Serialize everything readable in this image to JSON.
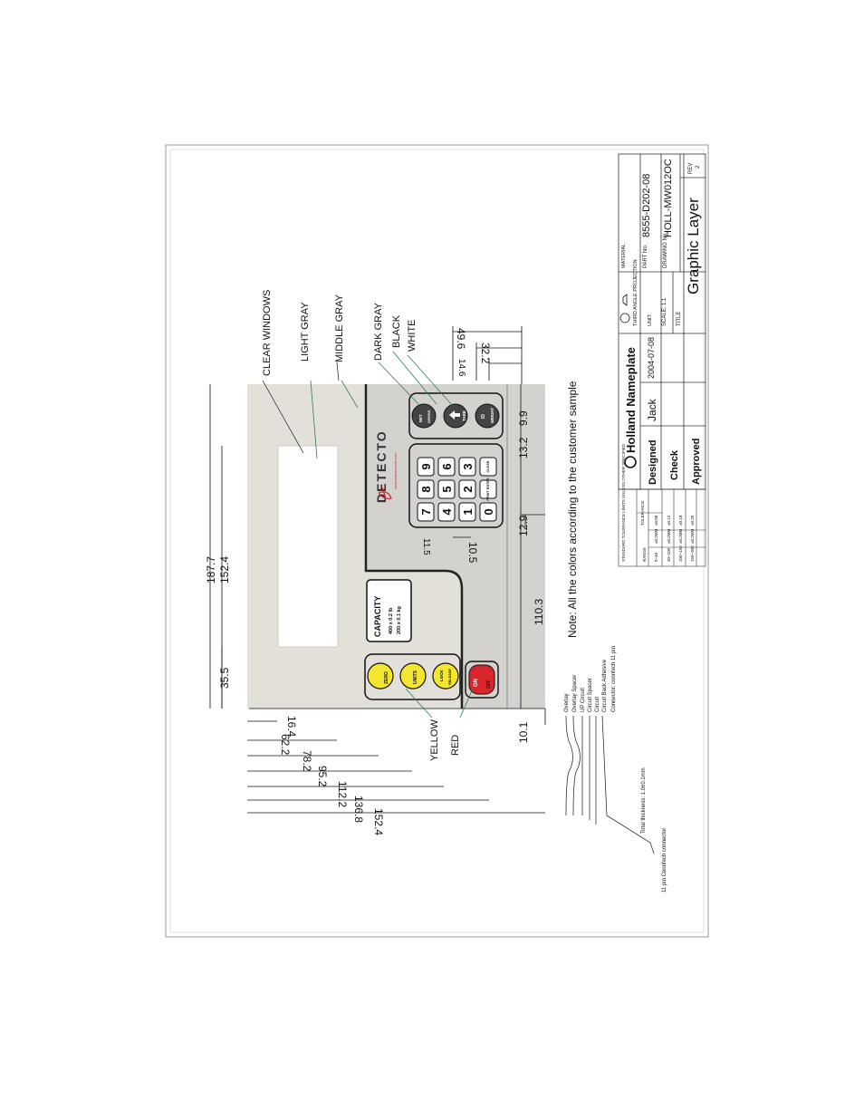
{
  "sheet": {
    "dimensions_horizontal": [
      "187.7",
      "152.4",
      "35.5"
    ],
    "dimensions_vertical": [
      "16.4",
      "62.2",
      "78.2",
      "95.2",
      "112.2",
      "136.8",
      "152.4"
    ],
    "dimensions_right": [
      "49.6",
      "32.2",
      "14.6"
    ],
    "dimensions_bottom": [
      "10.1",
      "110.3",
      "12.9",
      "13.2",
      "9.9",
      "10.5",
      "11.5"
    ],
    "color_callouts": [
      "CLEAR WINDOWS",
      "LIGHT GRAY",
      "MIDDLE GRAY",
      "DARK GRAY",
      "BLACK",
      "WHITE",
      "YELLOW",
      "RED"
    ],
    "note": "Note: All the colors according to the customer sample"
  },
  "nameplate": {
    "brand": "DETECTO",
    "website": "www.detectoscale.com",
    "capacity_title": "CAPACITY",
    "capacity_line1": "400 x 0.2 lb",
    "capacity_line2": "200 x 0.1 kg",
    "btn_zero": "ZERO",
    "btn_units": "UNITS",
    "btn_lock": "LOCK",
    "btn_lock_sub": "RELEASE",
    "btn_on": "ON",
    "btn_off": "OFF",
    "btn_net": "NET",
    "btn_gross": "GROSS",
    "btn_tare": "TARE",
    "btn_id": "ID",
    "btn_weight": "WEIGHT",
    "keys": [
      "7",
      "8",
      "9",
      "4",
      "5",
      "6",
      "1",
      "2",
      "3",
      "0",
      "PRINT ENTER",
      "CLEAR"
    ]
  },
  "layers": {
    "items": [
      "Overlay",
      "Overlay Spacer",
      "UP Circuit",
      "Circuit Spacer",
      "Circuit",
      "Circuit Back Adhesive",
      "Connector: connfech 11 pin"
    ],
    "thickness": "Total thickness: 1.0±0.1mm",
    "connector": "11 pin Cennfech connector"
  },
  "tolerance": {
    "header": "STANDARD TOLERANCE LIMITS UNLESS OTHER SPECIFIED",
    "col_range": "RANGE",
    "col_tol": "TOLERANCE",
    "rows": [
      [
        "0~40",
        "±0.2MM",
        "±0.08"
      ],
      [
        "40~100",
        "±0.2MM",
        "±0.12"
      ],
      [
        "100~150",
        "±0.2MM",
        "±0.18"
      ],
      [
        "150~300",
        "±0.2MM",
        "±0.25"
      ]
    ]
  },
  "titleblock": {
    "company": "Holland Nameplate",
    "designed_label": "Designed",
    "designed_value": "Jack",
    "date": "2004-07-08",
    "check_label": "Check",
    "approved_label": "Approved",
    "projection": "THIRD ANGLE PROJECTION",
    "unit": "UNIT: ",
    "scale": "SCALE: 1:1",
    "title_label": "TITLE",
    "title_value": "Graphic Layer",
    "material_label": "MATERIAL",
    "part_label": "PART No.",
    "part_value": "8555-D202-08",
    "drawing_label": "DRAWING No.",
    "drawing_value": "HOLL-MW012OC",
    "rev_label": "REV",
    "rev_value": "2"
  },
  "colors": {
    "light_gray": "#e3e0da",
    "middle_gray": "#d4d2cf",
    "dark_gray": "#595959",
    "yellow": "#f2e62e",
    "red": "#d9262c",
    "green_line": "#2e7d4f",
    "brand_red": "#cc2c2c"
  }
}
